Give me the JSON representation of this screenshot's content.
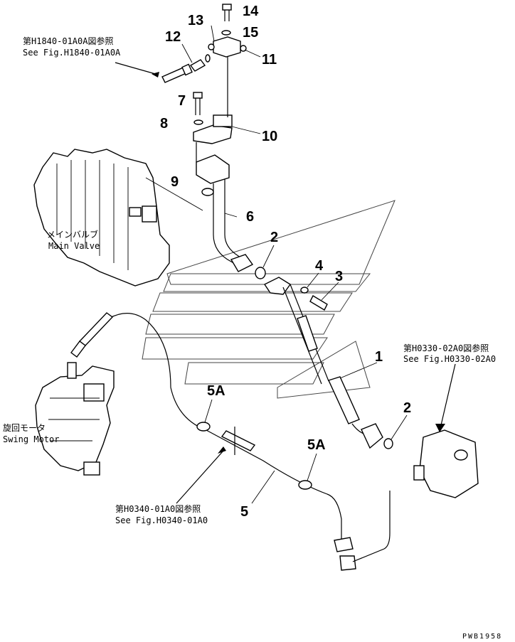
{
  "callouts": {
    "p14": "14",
    "p15": "15",
    "p13": "13",
    "p12": "12",
    "p11": "11",
    "p7": "7",
    "p8": "8",
    "p10": "10",
    "p9": "9",
    "p6": "6",
    "p2a": "2",
    "p4": "4",
    "p3": "3",
    "p1": "1",
    "p2b": "2",
    "p5a_left": "5A",
    "p5a_right": "5A",
    "p5": "5"
  },
  "notes": {
    "ref_h1840_jp": "第H1840-01A0A図参照",
    "ref_h1840_en": "See Fig.H1840-01A0A",
    "main_valve_jp": "メインバルブ",
    "main_valve_en": "Main Valve",
    "swing_motor_jp": "旋回モータ",
    "swing_motor_en": "Swing Motor",
    "ref_h0330_jp": "第H0330-02A0図参照",
    "ref_h0330_en": "See Fig.H0330-02A0",
    "ref_h0340_jp": "第H0340-01A0図参照",
    "ref_h0340_en": "See Fig.H0340-01A0"
  },
  "drawing_code": "PWB1958"
}
